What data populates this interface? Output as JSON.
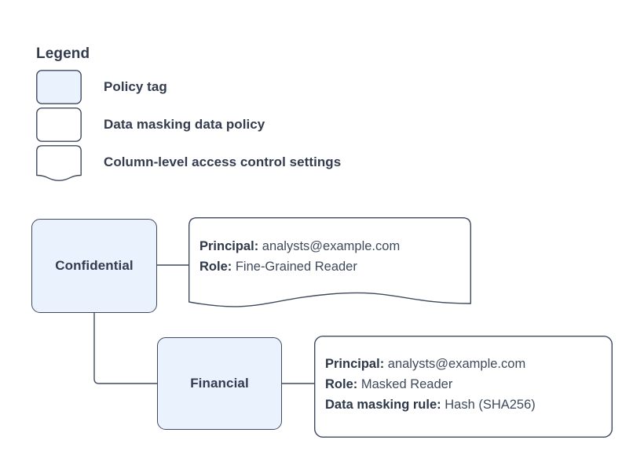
{
  "page": {
    "background": "#ffffff",
    "text_color": "#323c4e",
    "stroke_color": "#3f4a5f",
    "tag_fill": "#eaf2fd",
    "policy_fill": "#ffffff"
  },
  "legend": {
    "title": "Legend",
    "items": [
      {
        "label": "Policy tag",
        "shape": "rounded-rect",
        "fill": "#eaf2fd"
      },
      {
        "label": "Data masking data policy",
        "shape": "rounded-rect",
        "fill": "#ffffff"
      },
      {
        "label": "Column-level access control settings",
        "shape": "wave-bottom-rect",
        "fill": "#ffffff"
      }
    ]
  },
  "diagram": {
    "nodes": [
      {
        "id": "confidential",
        "label": "Confidential",
        "type": "policy-tag",
        "fill": "#eaf2fd"
      },
      {
        "id": "financial",
        "label": "Financial",
        "type": "policy-tag",
        "fill": "#eaf2fd"
      }
    ],
    "callouts": [
      {
        "id": "confidential-access",
        "shape": "wave-bottom-rect",
        "type": "column-level-access-control-settings",
        "lines": [
          {
            "key": "Principal:",
            "value": "analysts@example.com"
          },
          {
            "key": "Role:",
            "value": "Fine-Grained Reader"
          }
        ]
      },
      {
        "id": "financial-access",
        "shape": "rounded-rect",
        "type": "data-masking-data-policy",
        "lines": [
          {
            "key": "Principal:",
            "value": "analysts@example.com"
          },
          {
            "key": "Role:",
            "value": "Masked Reader"
          },
          {
            "key": "Data masking rule:",
            "value": "Hash (SHA256)"
          }
        ]
      }
    ],
    "edges": [
      {
        "from": "confidential",
        "to": "confidential-access",
        "style": "straight"
      },
      {
        "from": "confidential",
        "to": "financial",
        "style": "elbow"
      },
      {
        "from": "financial",
        "to": "financial-access",
        "style": "straight"
      }
    ]
  }
}
